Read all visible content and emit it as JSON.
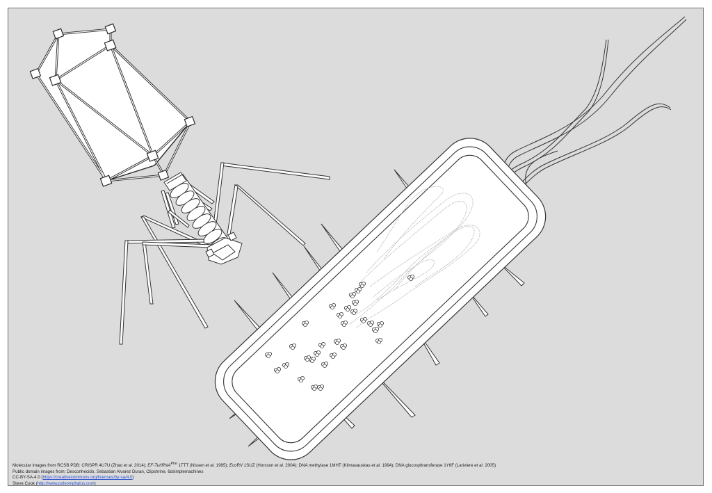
{
  "colors": {
    "background": "#dcdcdc",
    "outline": "#2a2a2a",
    "fill": "#ffffff",
    "dna": "#b4b4b4",
    "link": "#2a4fd0"
  },
  "figure": {
    "subjects": [
      "bacteriophage",
      "rod-shaped bacterium"
    ]
  },
  "credits": {
    "line1_pre": "Molecular images from RCSB PDB: CRISPR 4U7U (Zhao ",
    "line1_italic1": "et al.",
    "line1_mid1": " 2014);  ",
    "line1_italic2": "EF-Tu/tRNA",
    "line1_sup": "Phe",
    "line1_mid2": " 1TTT (Nissen ",
    "line1_italic3": "et al.",
    "line1_mid3": " 1995); ",
    "line1_italic4": "Eco",
    "line1_mid4": "RV 1SUZ (Horsson ",
    "line1_italic5": "et al.",
    "line1_mid5": " 2004); DNA methylase 1MHT (Klimasauskas ",
    "line1_italic6": "et al.",
    "line1_mid6": " 1994); DNA glucosyltransferase 1Y6F (Lariviere ",
    "line1_italic7": "et al.",
    "line1_end": " 2005)",
    "line2": "Public domain images from: Desconhecido, Sebastian Alvarez Duran, Clipshrine, 6dsimplemachines",
    "line3_pre": "CC-BY-SA-4.0 (",
    "line3_link": "https://creativecommons.org/licenses/by-sa/4.0",
    "line3_post": ")",
    "line4_pre": "Steve Cook (",
    "line4_link": "http://www.polyomphalus.com",
    "line4_post": ")"
  }
}
